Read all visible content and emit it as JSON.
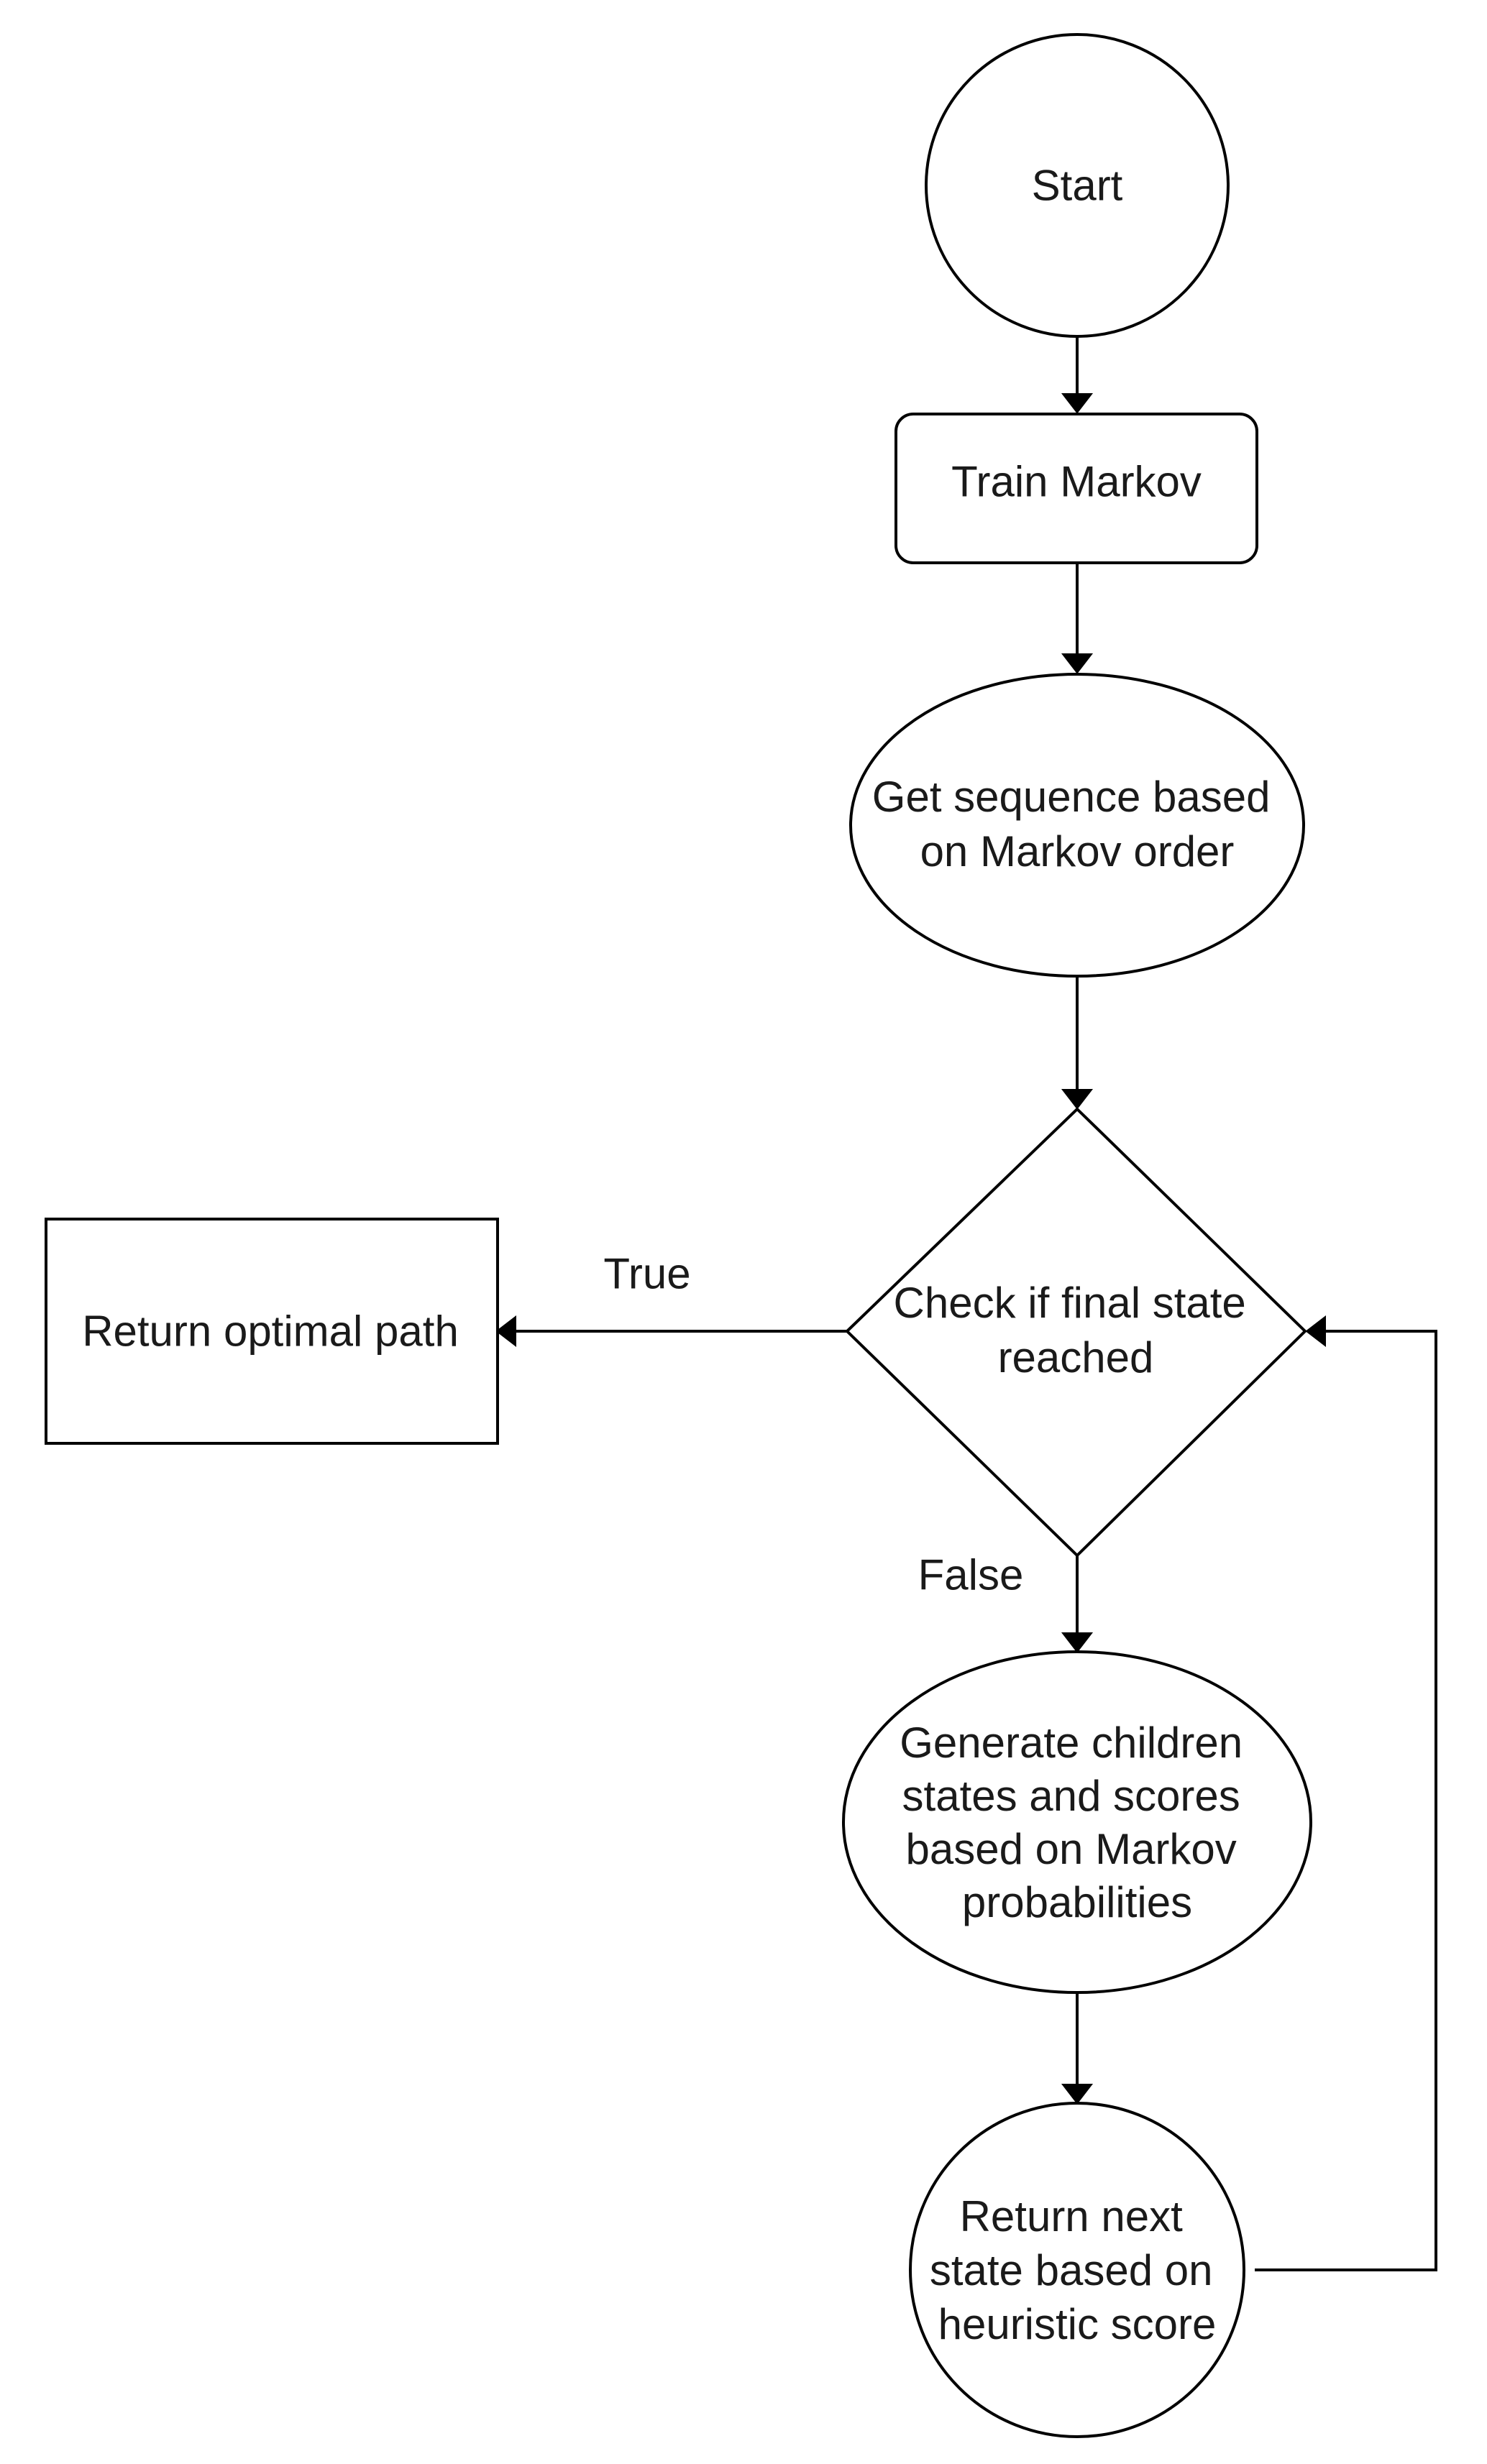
{
  "nodes": {
    "start": "Start",
    "train": "Train Markov",
    "get_sequence": [
      "Get sequence based",
      "on Markov order"
    ],
    "check_final": [
      "Check if final state",
      "reached"
    ],
    "return_optimal": "Return optimal path",
    "generate_children": [
      "Generate children",
      "states and scores",
      "based on Markov",
      "probabilities"
    ],
    "return_next": [
      "Return next",
      "state based on",
      "heuristic score"
    ]
  },
  "edges": {
    "true_label": "True",
    "false_label": "False"
  }
}
